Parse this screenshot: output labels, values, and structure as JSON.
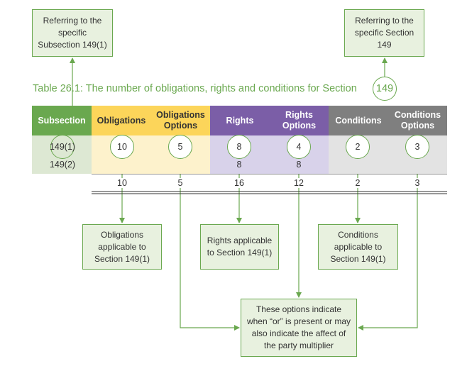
{
  "callouts": {
    "subsection_ref": "Referring to the specific Subsection 149(1)",
    "section_ref": "Referring to the specific Section 149",
    "obligations_applicable": "Obligations applicable to Section 149(1)",
    "rights_applicable": "Rights applicable to Section 149(1)",
    "conditions_applicable": "Conditions applicable to Section 149(1)",
    "options_note": "These options indicate when “or” is present or may also indicate the affect of the party multiplier"
  },
  "table": {
    "title": "Table 26.1: The number of obligations, rights and conditions for Section",
    "title_section_number": "149",
    "headers": {
      "subsection": "Subsection",
      "obligations": "Obligations",
      "obligations_options": "Obligations Options",
      "rights": "Rights",
      "rights_options": "Rights Options",
      "conditions": "Conditions",
      "conditions_options": "Conditions Options"
    },
    "rows": [
      {
        "subsection": "149(1)",
        "obligations": "10",
        "obligations_options": "5",
        "rights": "8",
        "rights_options": "4",
        "conditions": "2",
        "conditions_options": "3"
      },
      {
        "subsection": "149(2)",
        "obligations": "",
        "obligations_options": "",
        "rights": "8",
        "rights_options": "8",
        "conditions": "",
        "conditions_options": ""
      }
    ],
    "totals": {
      "obligations": "10",
      "obligations_options": "5",
      "rights": "16",
      "rights_options": "12",
      "conditions": "2",
      "conditions_options": "3"
    }
  },
  "colors": {
    "subsection_header": "#6aa84f",
    "subsection_body": "#dde8d3",
    "obligations_header": "#fcd55a",
    "obligations_body": "#fdf2cc",
    "rights_header": "#7b5ea7",
    "rights_body": "#d8d2ea",
    "conditions_header": "#7f7f7f",
    "conditions_body": "#e3e3e3",
    "accent_green": "#6aa84f"
  }
}
